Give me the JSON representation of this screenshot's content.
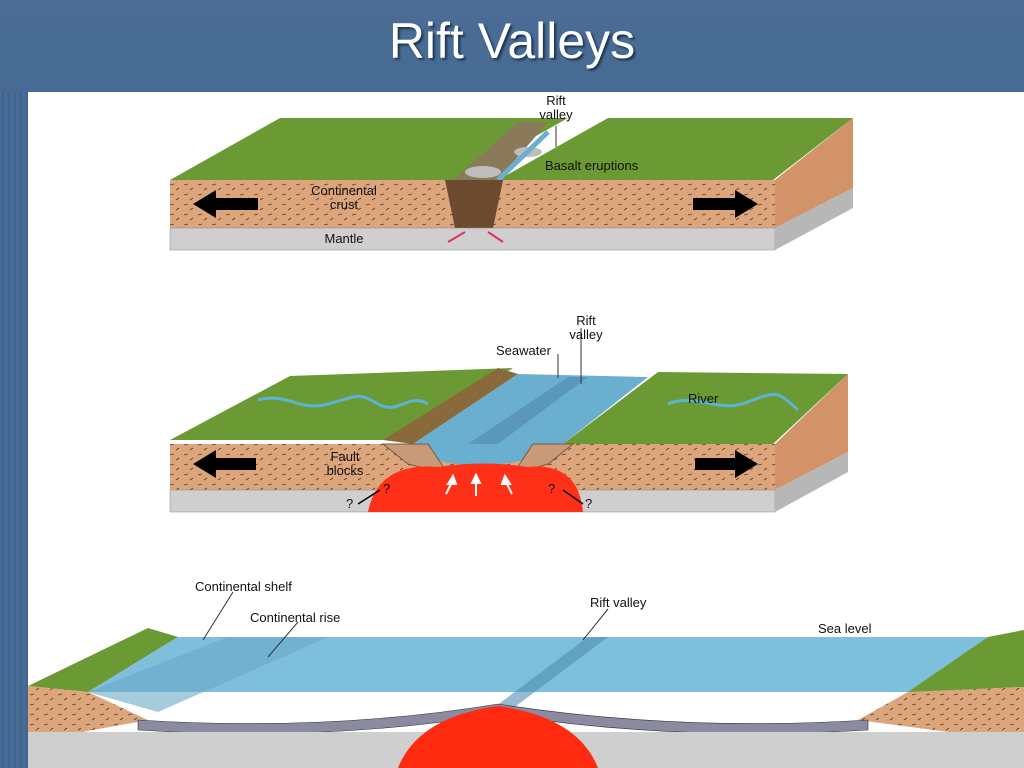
{
  "slide": {
    "title": "Rift Valleys"
  },
  "stage1": {
    "rift_valley": [
      "Rift",
      "valley"
    ],
    "basalt_eruptions": "Basalt eruptions",
    "continental_crust": [
      "Continental",
      "crust"
    ],
    "mantle": "Mantle"
  },
  "stage2": {
    "rift_valley": [
      "Rift",
      "valley"
    ],
    "seawater": "Seawater",
    "river": "River",
    "fault_blocks": [
      "Fault",
      "blocks"
    ],
    "question_left_a": "?",
    "question_left_b": "?",
    "question_right_a": "?",
    "question_right_b": "?"
  },
  "stage3": {
    "continental_shelf": "Continental shelf",
    "continental_rise": "Continental rise",
    "rift_valley": "Rift valley",
    "sea_level": "Sea level"
  },
  "colors": {
    "grass": "#5f8f2e",
    "crust": "#d9a27a",
    "mantle": "#cfcfcf",
    "water": "#6aaed0",
    "magma": "#ff3a1a",
    "slide_blue": "#3f6290"
  }
}
